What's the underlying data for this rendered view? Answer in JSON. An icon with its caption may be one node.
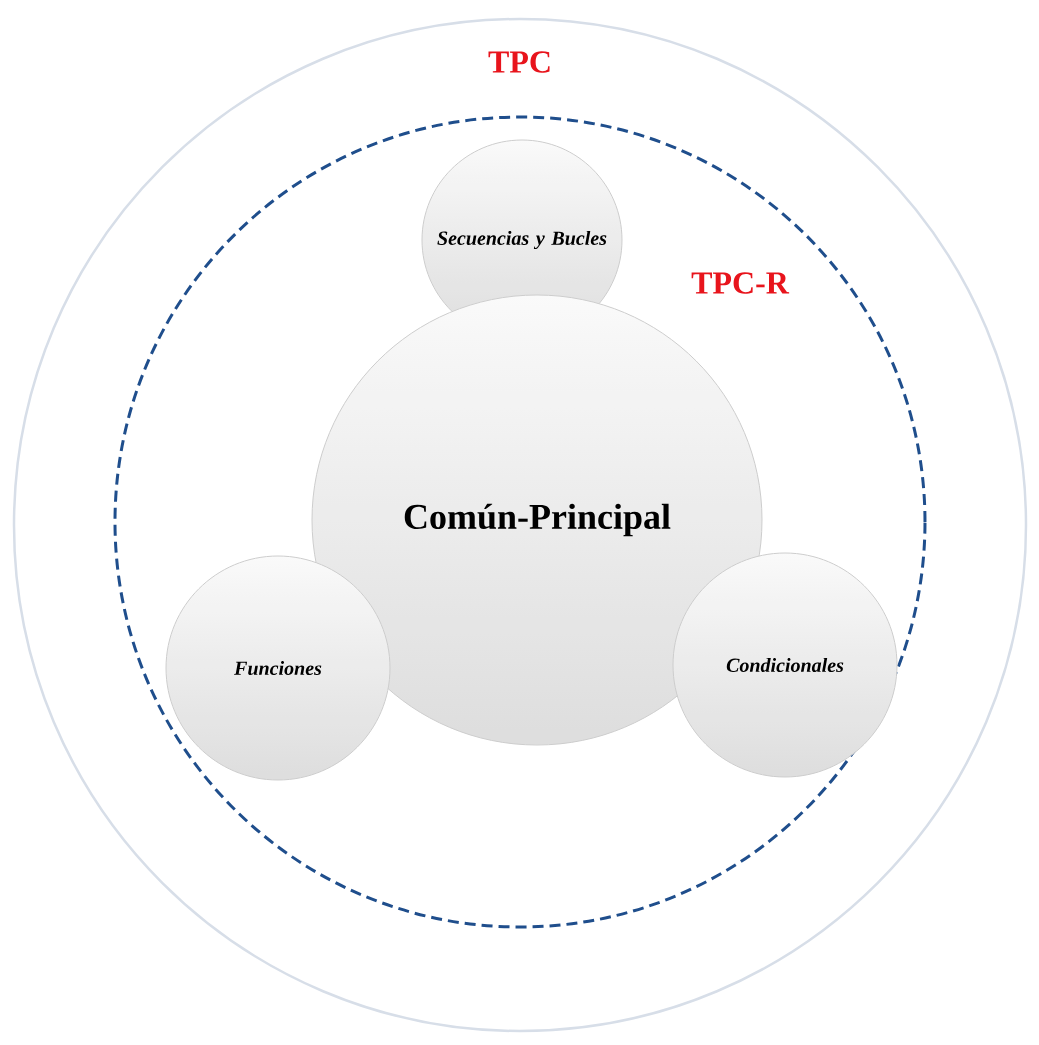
{
  "diagram": {
    "nodes": [
      {
        "text": [
          "TPC"
        ]
      },
      {
        "text": [
          "TPC-R"
        ],
        "in": 0
      },
      {
        "text": [
          "Secuencias y Bucles"
        ],
        "in": 1
      },
      {
        "text": [
          "Común-Principal"
        ],
        "in": 1
      },
      {
        "text": [
          "Funciones"
        ],
        "in": 1
      },
      {
        "text": [
          "Condicionales"
        ],
        "in": 1
      }
    ]
  }
}
